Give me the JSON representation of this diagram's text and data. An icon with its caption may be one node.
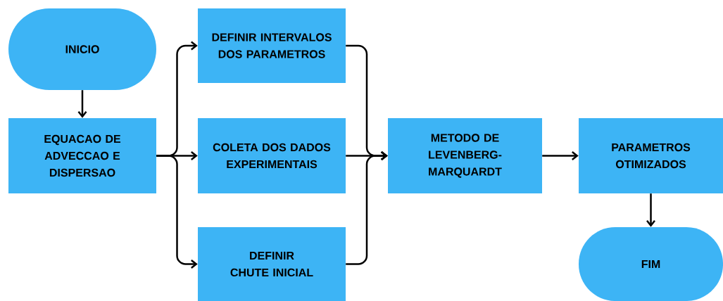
{
  "diagram": {
    "nodes": [
      {
        "text": [
          "INICIO"
        ]
      },
      {
        "text": [
          "EQUACAO DE ADVECCAO E DISPERSAO"
        ]
      },
      {
        "text": [
          "DEFINIR INTERVALOS DOS PARAMETROS"
        ]
      },
      {
        "text": [
          "COLETA DOS DADOS EXPERIMENTAIS"
        ]
      },
      {
        "text": [
          "DEFINIR CHUTE INICIAL"
        ]
      },
      {
        "text": [
          "METODO DE LEVENBERG-MARQUARDT"
        ]
      },
      {
        "text": [
          "PARAMETROS OTIMIZADOS"
        ]
      },
      {
        "text": [
          "FIM"
        ]
      }
    ],
    "edges": [
      {
        "from": 0,
        "to": 1,
        "arrow": "to"
      },
      {
        "from": 1,
        "to": 2,
        "arrow": "to"
      },
      {
        "from": 1,
        "to": 3,
        "arrow": "to"
      },
      {
        "from": 1,
        "to": 4,
        "arrow": "to"
      },
      {
        "from": 2,
        "to": 5,
        "arrow": "to"
      },
      {
        "from": 3,
        "to": 5,
        "arrow": "to"
      },
      {
        "from": 4,
        "to": 5,
        "arrow": "to"
      },
      {
        "from": 5,
        "to": 6,
        "arrow": "to"
      },
      {
        "from": 6,
        "to": 7,
        "arrow": "to"
      }
    ]
  }
}
